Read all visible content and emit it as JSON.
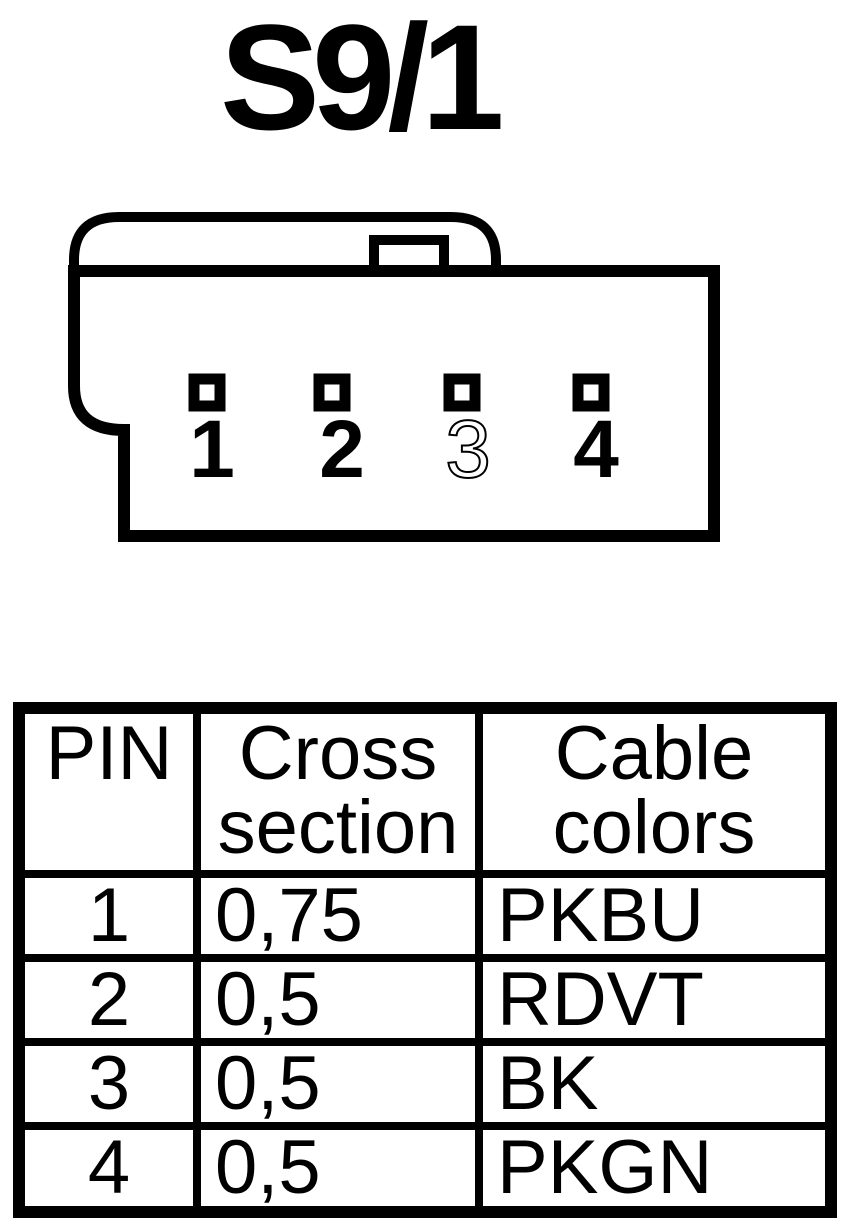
{
  "title": "S9/1",
  "connector": {
    "pin_labels": [
      "1",
      "2",
      "3",
      "4"
    ],
    "pin_count": 4
  },
  "table": {
    "headers": {
      "pin": "PIN",
      "cross_section": "Cross section",
      "cable_colors": "Cable colors"
    },
    "rows": [
      {
        "pin": "1",
        "cross_section": "0,75",
        "cable_color": "PKBU"
      },
      {
        "pin": "2",
        "cross_section": "0,5",
        "cable_color": "RDVT"
      },
      {
        "pin": "3",
        "cross_section": "0,5",
        "cable_color": "BK"
      },
      {
        "pin": "4",
        "cross_section": "0,5",
        "cable_color": "PKGN"
      }
    ]
  },
  "colors": {
    "ink": "#000000",
    "background": "#ffffff"
  }
}
